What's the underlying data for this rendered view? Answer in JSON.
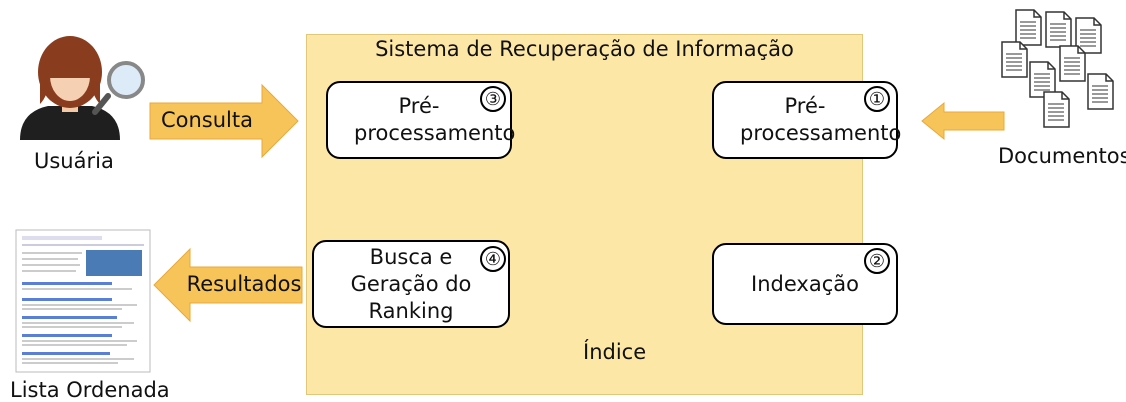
{
  "system": {
    "title": "Sistema de Recuperação de Informação"
  },
  "steps": [
    {
      "number": "①",
      "label": "Pré-processamento"
    },
    {
      "number": "②",
      "label": "Indexação"
    },
    {
      "number": "③",
      "label": "Pré-processamento"
    },
    {
      "number": "④",
      "label": "Busca e Geração do Ranking"
    }
  ],
  "index_label": "Índice",
  "actors": {
    "user": "Usuária",
    "documents": "Documentos",
    "result_list": "Lista Ordenada"
  },
  "arrows": {
    "query": "Consulta",
    "results": "Resultados"
  },
  "colors": {
    "system_bg": "#fde7a6",
    "big_arrow": "#f7c45a",
    "flow_arrow": "#5b8ec9"
  }
}
